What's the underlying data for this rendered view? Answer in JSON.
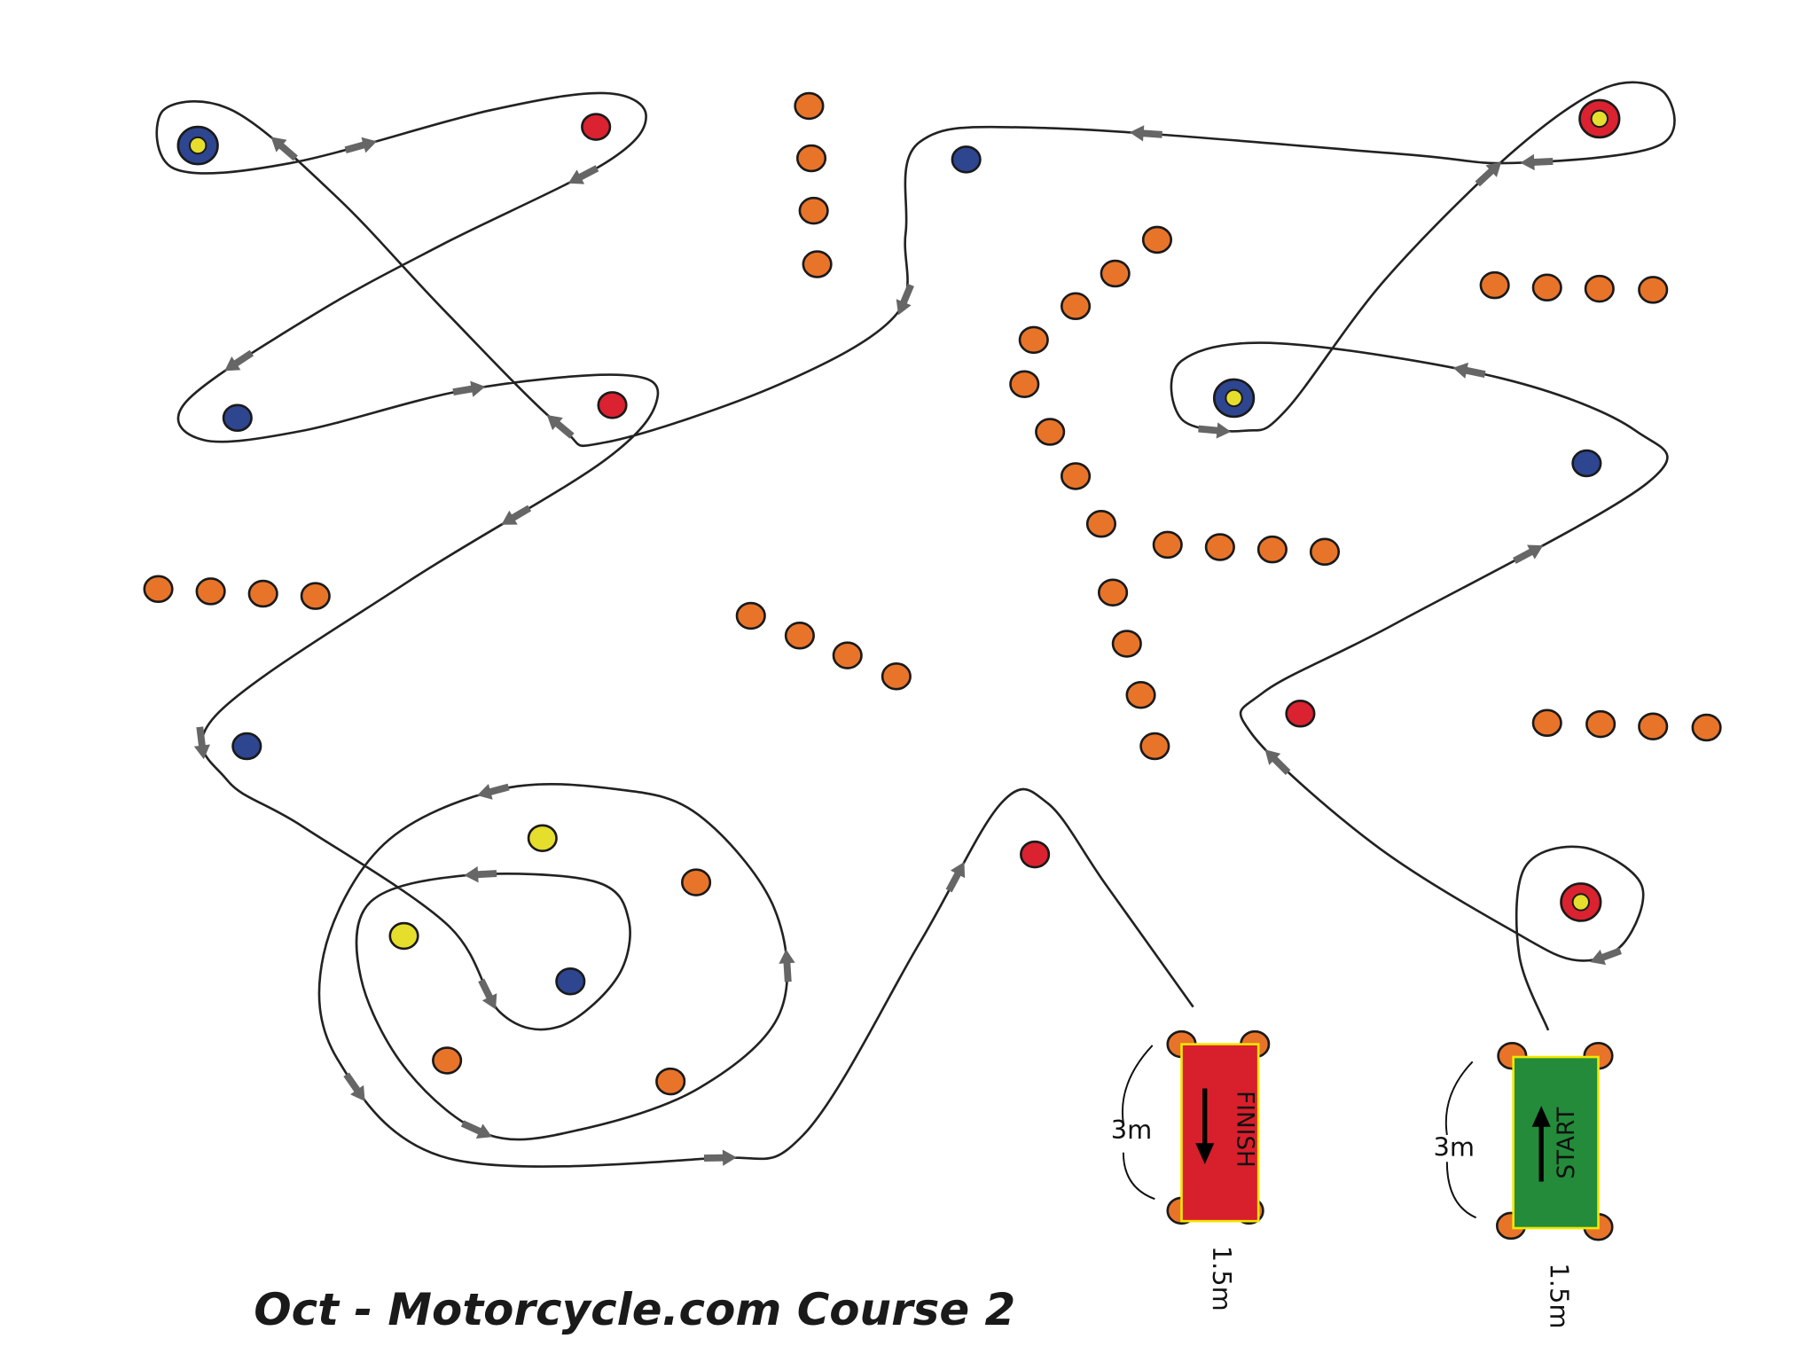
{
  "title": "Oct - Motorcycle.com Course 2",
  "finish": {
    "label": "FINISH",
    "length": "3m",
    "width": "1.5m"
  },
  "start": {
    "label": "START",
    "length": "3m",
    "width": "1.5m"
  },
  "colors": {
    "orange_cone": "#E8742A",
    "blue_cone": "#2E4590",
    "red_cone": "#DA2230",
    "yellow_cone": "#E6DE2C",
    "finish_box": "#D81F2C",
    "start_box": "#238B3A",
    "path": "#222222",
    "arrow": "#666666"
  }
}
